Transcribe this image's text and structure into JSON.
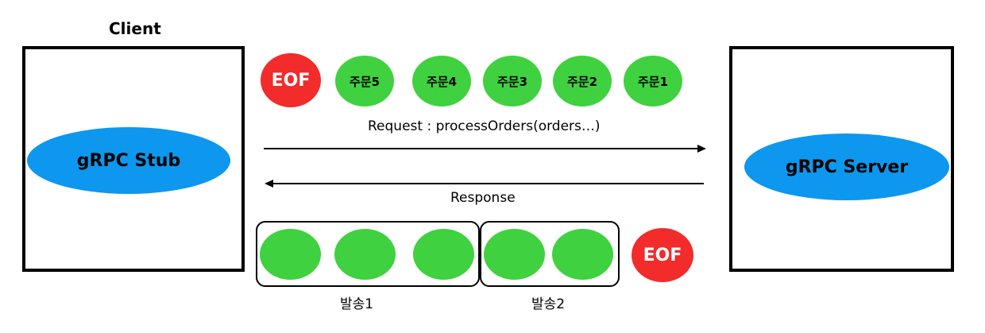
{
  "client": {
    "title": "Client",
    "stub_label": "gRPC Stub"
  },
  "server": {
    "label": "gRPC Server"
  },
  "request": {
    "eof": "EOF",
    "orders": [
      "주문5",
      "주문4",
      "주문3",
      "주문2",
      "주문1"
    ],
    "label": "Request : processOrders(orders…)"
  },
  "response": {
    "label": "Response",
    "eof": "EOF",
    "batches": [
      {
        "label": "발송1",
        "count": 3
      },
      {
        "label": "발송2",
        "count": 2
      }
    ]
  },
  "colors": {
    "stub_fill": "#0d97ee",
    "order_fill": "#3fd13f",
    "eof_fill": "#f22b2b"
  }
}
